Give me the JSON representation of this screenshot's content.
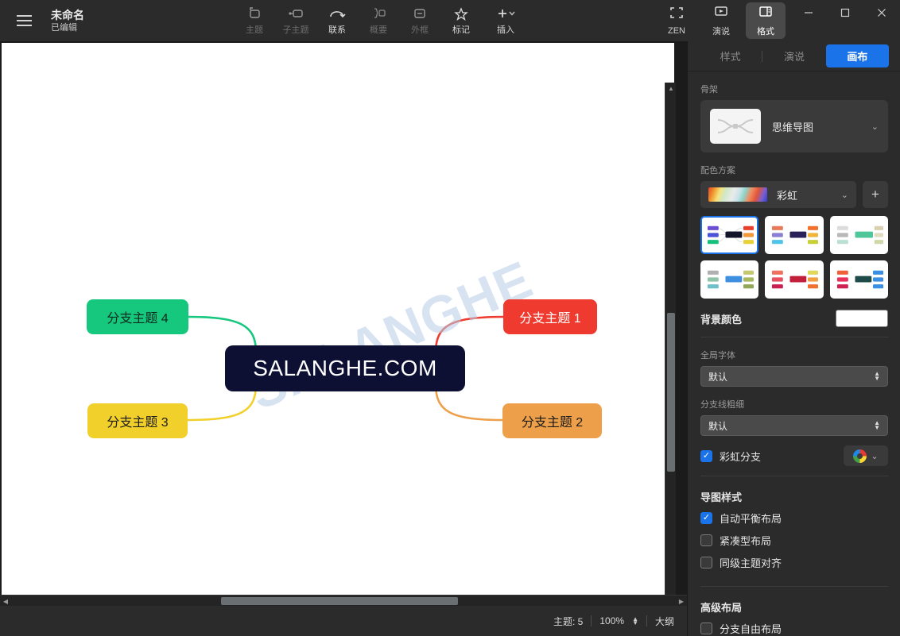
{
  "titlebar": {
    "menu_icon": "hamburger-icon",
    "doc_title": "未命名",
    "doc_status": "已编辑",
    "tools": [
      {
        "label": "主题",
        "icon": "topic-icon"
      },
      {
        "label": "子主题",
        "icon": "subtopic-icon"
      },
      {
        "label": "联系",
        "icon": "relationship-arrow-icon"
      },
      {
        "label": "概要",
        "icon": "summary-bracket-icon"
      },
      {
        "label": "外框",
        "icon": "boundary-frame-icon"
      },
      {
        "label": "标记",
        "icon": "star-marker-icon"
      },
      {
        "label": "插入",
        "icon": "plus-insert-icon"
      }
    ],
    "right_tools": [
      {
        "label": "ZEN",
        "icon": "zen-fullscreen-icon",
        "active": false
      },
      {
        "label": "演说",
        "icon": "presentation-play-icon",
        "active": false
      },
      {
        "label": "格式",
        "icon": "format-panel-icon",
        "active": true
      }
    ],
    "window_controls": {
      "minimize": "—",
      "maximize": "▢",
      "close": "✕"
    }
  },
  "canvas": {
    "watermark": "SALANGHE",
    "central_node": {
      "text": "SALANGHE.COM",
      "color": "#0d1033",
      "text_color": "#ffffff"
    },
    "branches": [
      {
        "text": "分支主题 1",
        "color": "#ef3b2f",
        "text_color": "#ffffff",
        "side": "right-top"
      },
      {
        "text": "分支主题 2",
        "color": "#eda049",
        "text_color": "#1c1c1c",
        "side": "right-bottom"
      },
      {
        "text": "分支主题 3",
        "color": "#f2d02c",
        "text_color": "#1c1c1c",
        "side": "left-bottom"
      },
      {
        "text": "分支主题 4",
        "color": "#16c77e",
        "text_color": "#0d2b1d",
        "side": "left-top"
      }
    ]
  },
  "statusbar": {
    "topic_count_label": "主题: 5",
    "zoom_level": "100%",
    "outline_label": "大纲"
  },
  "panel": {
    "tabs": [
      {
        "label": "样式",
        "active": false
      },
      {
        "label": "演说",
        "active": false
      },
      {
        "label": "画布",
        "active": true
      }
    ],
    "skeleton": {
      "section_label": "骨架",
      "selected": "思维导图",
      "chevron": "chevron-down-icon"
    },
    "color_scheme": {
      "section_label": "配色方案",
      "selected": "彩虹",
      "add_label": "+",
      "themes": [
        {
          "name": "theme-1",
          "selected": true
        },
        {
          "name": "theme-2",
          "selected": false
        },
        {
          "name": "theme-3",
          "selected": false
        },
        {
          "name": "theme-4",
          "selected": false
        },
        {
          "name": "theme-5",
          "selected": false
        },
        {
          "name": "theme-6",
          "selected": false
        }
      ]
    },
    "background": {
      "label": "背景颜色",
      "color": "#ffffff"
    },
    "global_font": {
      "label": "全局字体",
      "value": "默认"
    },
    "branch_width": {
      "label": "分支线粗细",
      "value": "默认"
    },
    "rainbow_branch": {
      "label": "彩虹分支",
      "checked": true,
      "wheel_icon": "color-wheel-icon"
    },
    "map_style": {
      "title": "导图样式",
      "options": [
        {
          "label": "自动平衡布局",
          "checked": true
        },
        {
          "label": "紧凑型布局",
          "checked": false
        },
        {
          "label": "同级主题对齐",
          "checked": false
        }
      ]
    },
    "advanced_layout": {
      "title": "高级布局",
      "options": [
        {
          "label": "分支自由布局",
          "checked": false
        }
      ]
    }
  }
}
